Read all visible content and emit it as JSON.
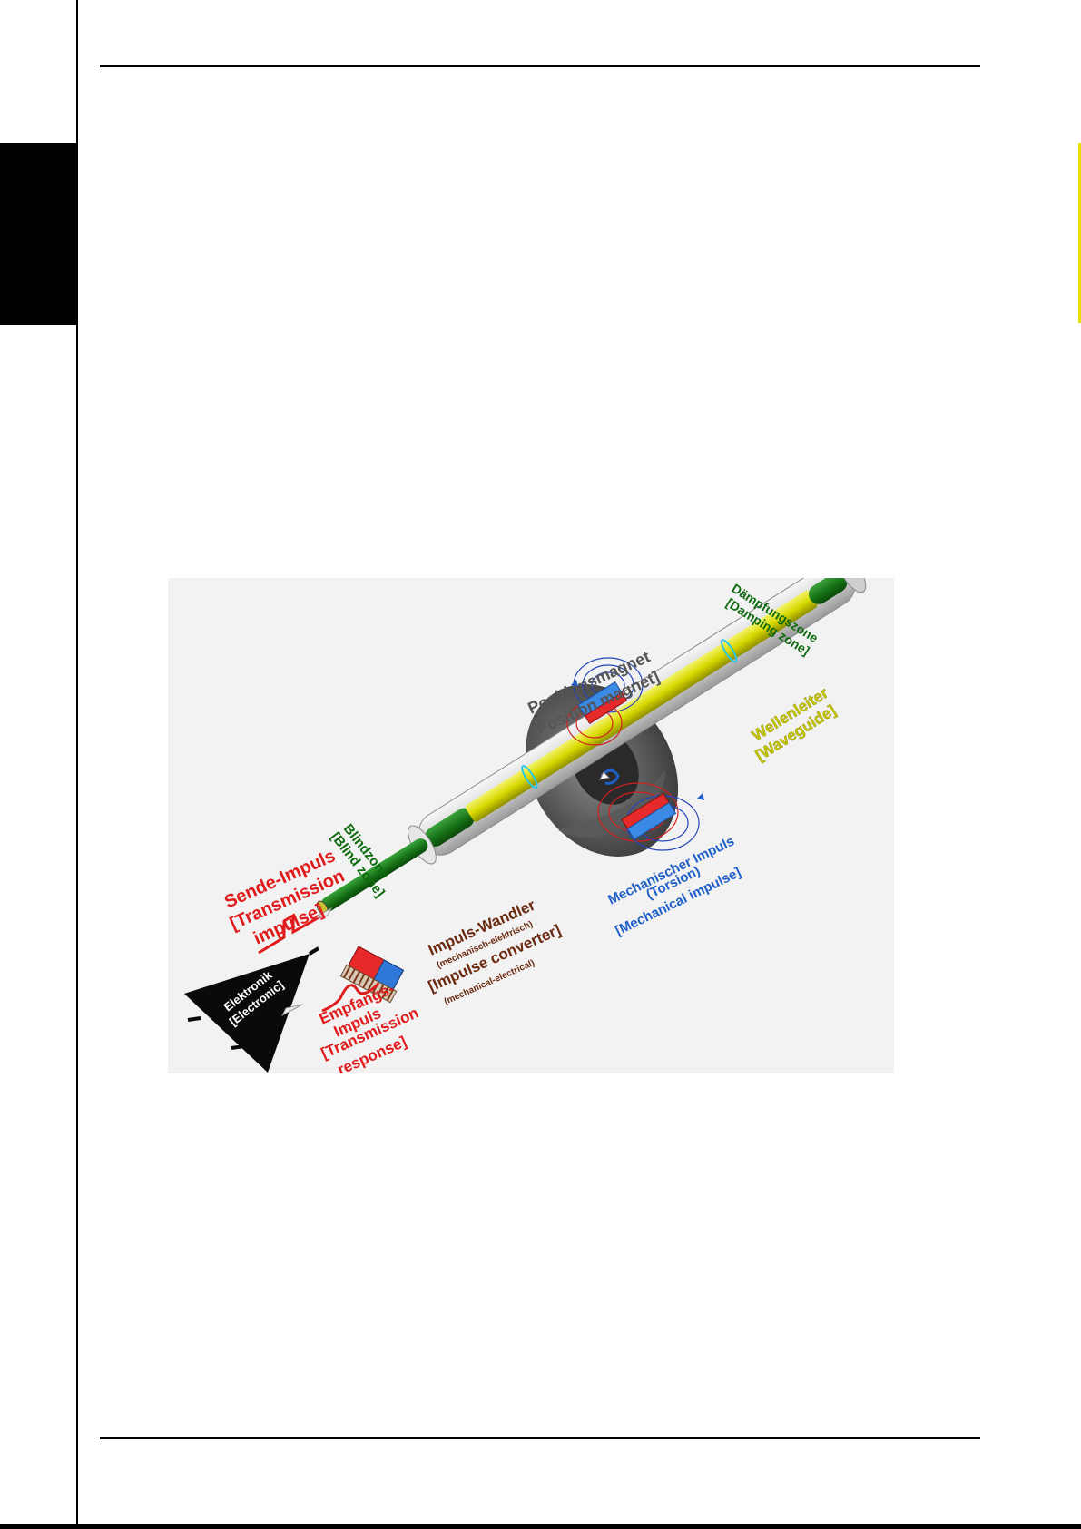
{
  "diagram": {
    "labels": {
      "damping_de": "Dämpfungszone",
      "damping_en": "[Damping zone]",
      "posmag_de": "Positionsmagnet",
      "posmag_en": "[Position magnet]",
      "waveguide_de": "Wellenleiter",
      "waveguide_en": "[Waveguide]",
      "blind_de": "Blindzone",
      "blind_en": "[Blind zone]",
      "send_1": "Sende-Impuls",
      "send_2": "[Transmission",
      "send_3": "impulse]",
      "converter_1": "Impuls-Wandler",
      "converter_2": "(mechanisch-elektrisch)",
      "converter_3": "[Impulse converter]",
      "converter_4": "(mechanical-electrical)",
      "mech_1": "Mechanischer Impuls",
      "mech_2": "(Torsion)",
      "mech_3": "[Mechanical impulse]",
      "receive_1": "Empfangs-",
      "receive_2": "Impuls",
      "receive_3": "[Transmission",
      "receive_4": "response]",
      "electronic_1": "Elektronik",
      "electronic_2": "[Electronic]"
    },
    "colors": {
      "green": "#0f6b10",
      "red": "#e01b1b",
      "blue": "#1f5fc8",
      "brown": "#6b2a10",
      "yellow": "#d8d800",
      "gray": "#555555"
    }
  }
}
